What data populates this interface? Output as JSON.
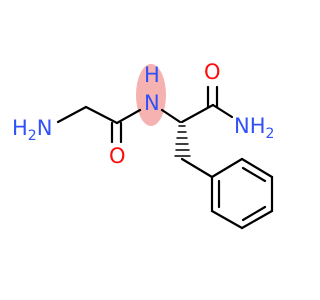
{
  "molecule": {
    "colors": {
      "nitrogen": "#3050F8",
      "oxygen": "#FF0D0D",
      "bond": "#000000",
      "highlight": "#F4A3A3"
    },
    "atoms": {
      "amine_left": {
        "element": "N",
        "hydrogens": "H",
        "count": "2"
      },
      "amide_nh": {
        "element": "N",
        "hydrogens": "H"
      },
      "carbonyl_o_left": {
        "element": "O"
      },
      "carbonyl_o_right": {
        "element": "O"
      },
      "amide_nh2": {
        "element": "N",
        "hydrogens": "H",
        "count": "2"
      }
    }
  }
}
